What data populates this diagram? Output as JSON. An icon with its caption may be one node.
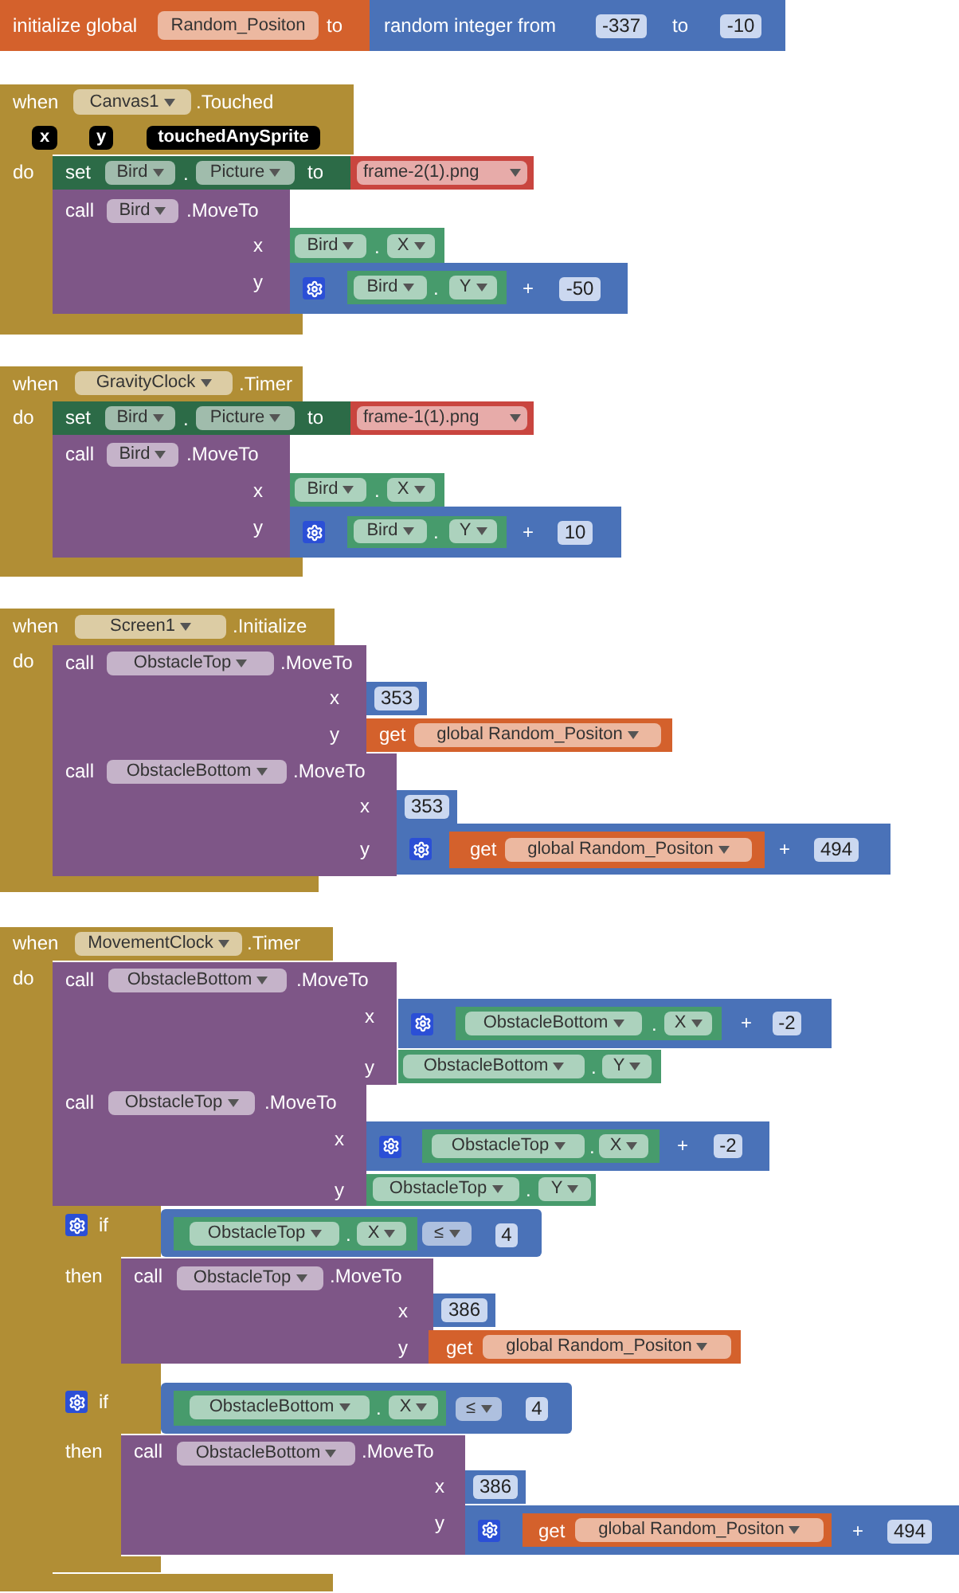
{
  "diagram": {
    "nodes": [
      {
        "text": [
          "initialize global",
          "to"
        ]
      },
      {
        "text": [
          "Random_Positon"
        ],
        "in": 0
      },
      {
        "text": [
          "random integer from",
          "to"
        ]
      },
      {
        "text": [
          "-337"
        ],
        "in": 2
      },
      {
        "text": [
          "-10"
        ],
        "in": 2
      },
      {
        "text": [
          "when",
          ".Touched",
          "do"
        ]
      },
      {
        "text": [
          "Canvas1"
        ],
        "in": 5
      },
      {
        "text": [
          "x"
        ],
        "in": 5
      },
      {
        "text": [
          "y"
        ],
        "in": 5
      },
      {
        "text": [
          "touchedAnySprite"
        ],
        "in": 5
      },
      {
        "text": [
          "set",
          ".",
          "to"
        ],
        "in": 5
      },
      {
        "text": [
          "Bird"
        ],
        "in": 10
      },
      {
        "text": [
          "Picture"
        ],
        "in": 10
      },
      {
        "text": [
          "frame-2(1).png"
        ]
      },
      {
        "text": [
          "call",
          ".MoveTo",
          "x",
          "y"
        ],
        "in": 5
      },
      {
        "text": [
          "Bird"
        ],
        "in": 14
      },
      {
        "text": [
          "."
        ]
      },
      {
        "text": [
          "Bird"
        ],
        "in": 16
      },
      {
        "text": [
          "X"
        ],
        "in": 16
      },
      {
        "text": [
          "+"
        ]
      },
      {
        "text": [
          "."
        ],
        "in": 19
      },
      {
        "text": [
          "Bird"
        ],
        "in": 20
      },
      {
        "text": [
          "Y"
        ],
        "in": 20
      },
      {
        "text": [
          "-50"
        ],
        "in": 19
      },
      {
        "text": [
          "when",
          ".Timer",
          "do"
        ]
      },
      {
        "text": [
          "GravityClock"
        ],
        "in": 24
      },
      {
        "text": [
          "set",
          ".",
          "to"
        ]
      },
      {
        "text": [
          "Bird"
        ],
        "in": 26
      },
      {
        "text": [
          "Picture"
        ],
        "in": 26
      },
      {
        "text": [
          "frame-1(1).png"
        ]
      },
      {
        "text": [
          "call",
          ".MoveTo",
          "x",
          "y"
        ],
        "in": 24
      },
      {
        "text": [
          "Bird"
        ],
        "in": 30
      },
      {
        "text": [
          "."
        ]
      },
      {
        "text": [
          "Bird"
        ],
        "in": 32
      },
      {
        "text": [
          "X"
        ],
        "in": 32
      },
      {
        "text": [
          "+"
        ]
      },
      {
        "text": [
          "."
        ],
        "in": 35
      },
      {
        "text": [
          "Bird"
        ],
        "in": 36
      },
      {
        "text": [
          "Y"
        ],
        "in": 36
      },
      {
        "text": [
          "10"
        ],
        "in": 35
      },
      {
        "text": [
          "when",
          ".Initialize",
          "do"
        ]
      },
      {
        "text": [
          "Screen1"
        ],
        "in": 40
      },
      {
        "text": [
          "call",
          ".MoveTo",
          "x",
          "y"
        ]
      },
      {
        "text": [
          "ObstacleTop"
        ],
        "in": 42
      },
      {
        "text": [
          "353"
        ]
      },
      {
        "text": [
          "get"
        ]
      },
      {
        "text": [
          "global Random_Positon"
        ],
        "in": 45
      },
      {
        "text": [
          "call",
          ".MoveTo",
          "x",
          "y"
        ]
      },
      {
        "text": [
          "ObstacleBottom"
        ],
        "in": 47
      },
      {
        "text": [
          "353"
        ]
      },
      {
        "text": [
          "+"
        ]
      },
      {
        "text": [
          "get"
        ],
        "in": 50
      },
      {
        "text": [
          "global Random_Positon"
        ],
        "in": 51
      },
      {
        "text": [
          "494"
        ],
        "in": 50
      },
      {
        "text": [
          "when",
          ".Timer",
          "do"
        ]
      },
      {
        "text": [
          "MovementClock"
        ],
        "in": 54
      },
      {
        "text": [
          "call",
          ".MoveTo",
          "x",
          "y"
        ]
      },
      {
        "text": [
          "ObstacleBottom"
        ],
        "in": 56
      },
      {
        "text": [
          "+"
        ]
      },
      {
        "text": [
          "."
        ],
        "in": 58
      },
      {
        "text": [
          "ObstacleBottom"
        ],
        "in": 59
      },
      {
        "text": [
          "X"
        ],
        "in": 59
      },
      {
        "text": [
          "-2"
        ],
        "in": 58
      },
      {
        "text": [
          "."
        ]
      },
      {
        "text": [
          "ObstacleBottom"
        ],
        "in": 63
      },
      {
        "text": [
          "Y"
        ],
        "in": 63
      },
      {
        "text": [
          "call",
          ".MoveTo",
          "x",
          "y"
        ]
      },
      {
        "text": [
          "ObstacleTop"
        ],
        "in": 66
      },
      {
        "text": [
          "+"
        ]
      },
      {
        "text": [
          "."
        ],
        "in": 68
      },
      {
        "text": [
          "ObstacleTop"
        ],
        "in": 69
      },
      {
        "text": [
          "X"
        ],
        "in": 69
      },
      {
        "text": [
          "-2"
        ],
        "in": 68
      },
      {
        "text": [
          "."
        ]
      },
      {
        "text": [
          "ObstacleTop"
        ],
        "in": 73
      },
      {
        "text": [
          "Y"
        ],
        "in": 73
      },
      {
        "text": [
          "if",
          "then"
        ],
        "in": 54
      },
      {
        "text": [],
        "shape": "box"
      },
      {
        "text": [
          "."
        ],
        "in": 77
      },
      {
        "text": [
          "ObstacleTop"
        ],
        "in": 78
      },
      {
        "text": [
          "X"
        ],
        "in": 78
      },
      {
        "text": [
          "≤"
        ],
        "in": 77
      },
      {
        "text": [
          "4"
        ],
        "in": 77
      },
      {
        "text": [
          "call",
          ".MoveTo",
          "x",
          "y"
        ]
      },
      {
        "text": [
          "ObstacleTop"
        ],
        "in": 83
      },
      {
        "text": [
          "386"
        ]
      },
      {
        "text": [
          "get"
        ]
      },
      {
        "text": [
          "global Random_Positon"
        ],
        "in": 86
      },
      {
        "text": [
          "if",
          "then"
        ],
        "in": 54
      },
      {
        "text": [],
        "shape": "box"
      },
      {
        "text": [
          "."
        ],
        "in": 89
      },
      {
        "text": [
          "ObstacleBottom"
        ],
        "in": 90
      },
      {
        "text": [
          "X"
        ],
        "in": 90
      },
      {
        "text": [
          "≤"
        ],
        "in": 89
      },
      {
        "text": [
          "4"
        ],
        "in": 89
      },
      {
        "text": [
          "call",
          ".MoveTo",
          "x",
          "y"
        ]
      },
      {
        "text": [
          "ObstacleBottom"
        ],
        "in": 95
      },
      {
        "text": [
          "386"
        ]
      },
      {
        "text": [
          "+"
        ]
      },
      {
        "text": [
          "get"
        ],
        "in": 98
      },
      {
        "text": [
          "global Random_Positon"
        ],
        "in": 99
      },
      {
        "text": [
          "494"
        ],
        "in": 98
      }
    ]
  }
}
